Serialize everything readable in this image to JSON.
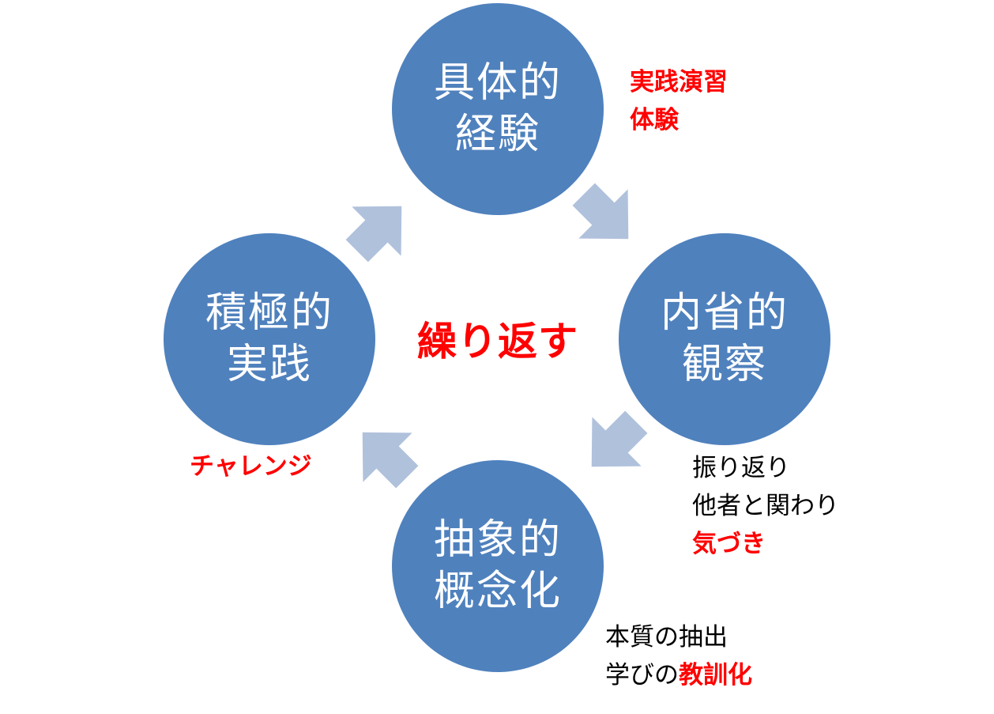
{
  "colors": {
    "node_fill": "#4f81bd",
    "arrow_fill": "#b0c1dc",
    "accent_red": "#ff0000",
    "text_dark": "#000000"
  },
  "nodes": {
    "top": {
      "line1": "具体的",
      "line2": "経験"
    },
    "right": {
      "line1": "内省的",
      "line2": "観察"
    },
    "bottom": {
      "line1": "抽象的",
      "line2": "概念化"
    },
    "left": {
      "line1": "積極的",
      "line2": "実践"
    }
  },
  "center_label": "繰り返す",
  "annotations": {
    "top": {
      "line1": "実践演習",
      "line2": "体験"
    },
    "right": {
      "line1": "振り返り",
      "line2": "他者と関わり",
      "line3": "気づき"
    },
    "bottom": {
      "line1": "本質の抽出",
      "line2_prefix": "学びの",
      "line2_highlight": "教訓化"
    },
    "left": {
      "line1": "チャレンジ"
    }
  },
  "arrows": [
    "top-to-right",
    "right-to-bottom",
    "bottom-to-left",
    "left-to-top"
  ]
}
